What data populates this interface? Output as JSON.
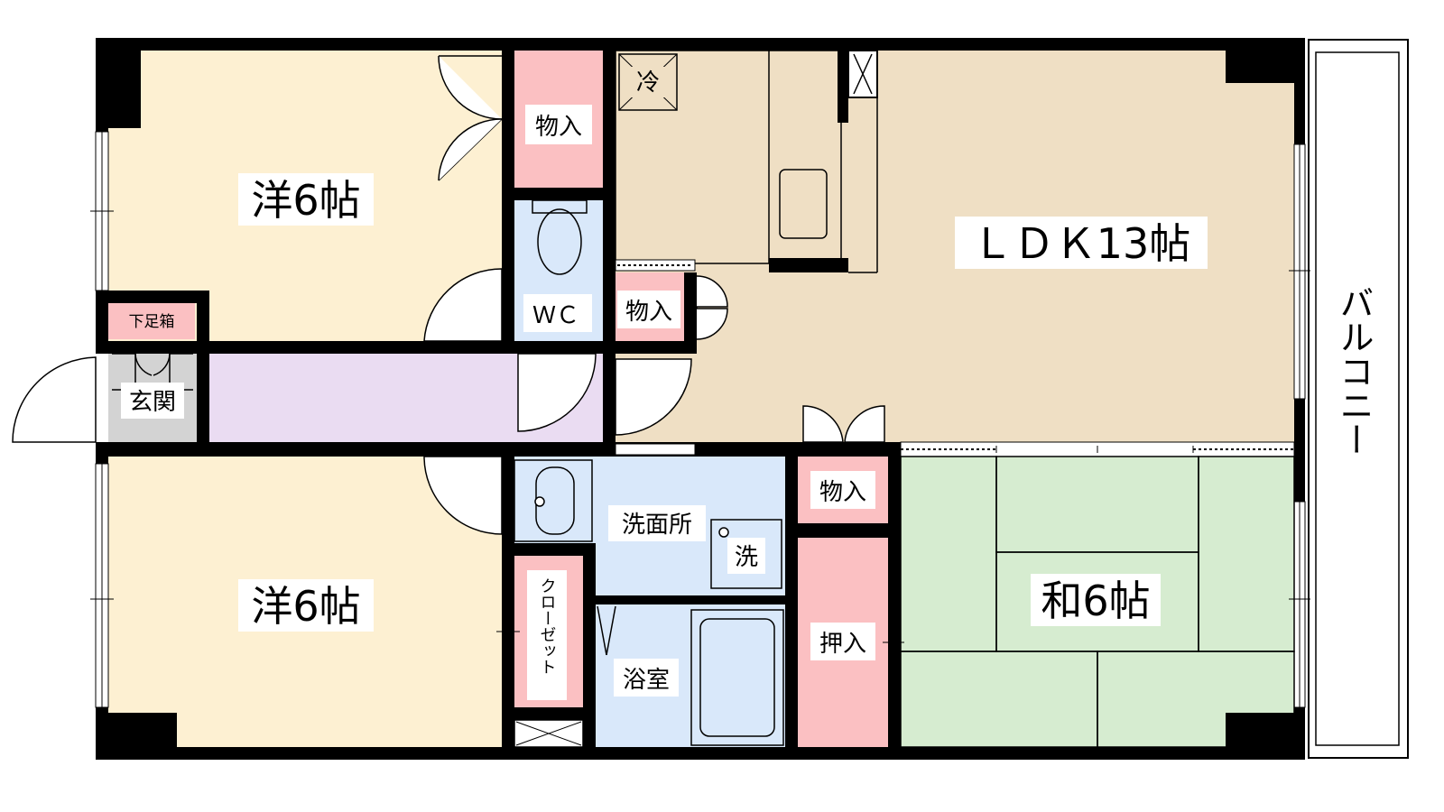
{
  "rooms": {
    "western_top": "洋6帖",
    "western_bottom": "洋6帖",
    "ldk": "ＬＤＫ13帖",
    "japanese": "和6帖",
    "balcony": "バルコニー",
    "entrance": "玄関",
    "shoe_box": "下足箱",
    "wc": "ＷＣ",
    "washroom": "洗面所",
    "bath": "浴室",
    "closet": "クローゼット",
    "storage_top": "物入",
    "storage_mid": "物入",
    "storage_right": "物入",
    "oshiire": "押入",
    "fridge": "冷",
    "washer": "洗"
  },
  "colors": {
    "western": "#fdf0d2",
    "ldk": "#efdfc4",
    "japanese": "#d6ecd0",
    "hall": "#eadcf2",
    "wet": "#d9e8fa",
    "storage": "#fbc0c2",
    "entrance": "#d3d3d3"
  }
}
